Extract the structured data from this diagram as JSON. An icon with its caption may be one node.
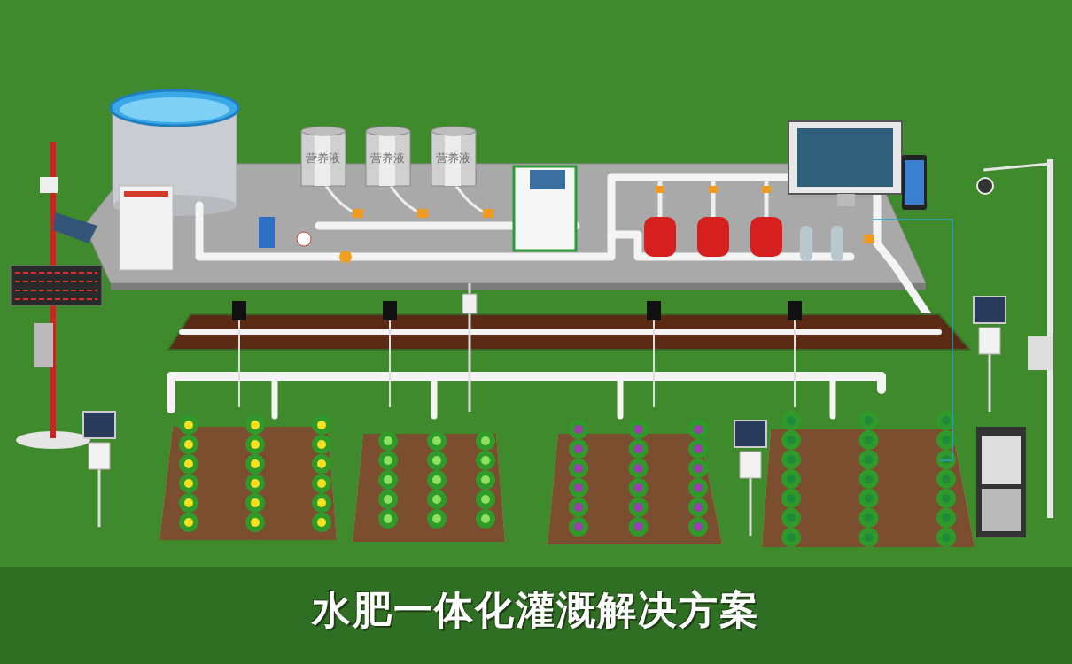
{
  "diagram": {
    "title": "水肥一体化灌溉解决方案",
    "labels": [
      "营养液",
      "营养液",
      "营养液"
    ]
  }
}
